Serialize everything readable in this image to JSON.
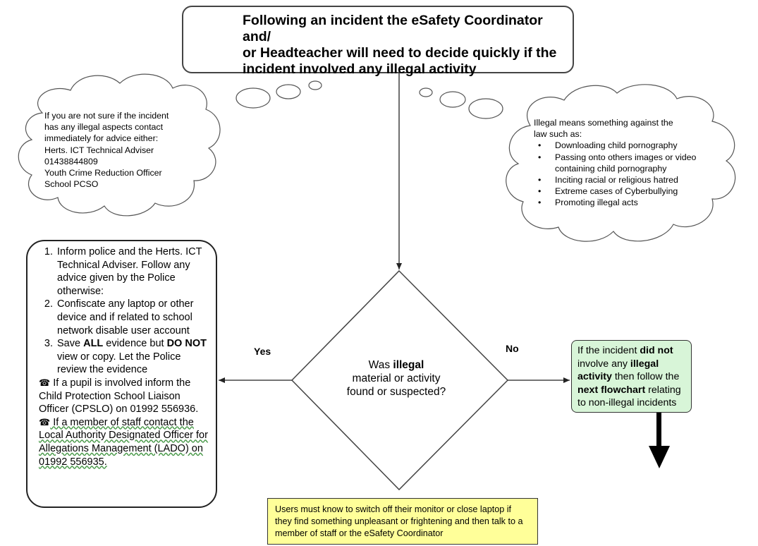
{
  "top_box": {
    "lines": [
      "Following an incident the eSafety Coordinator and/",
      "or Headteacher will need to decide quickly if the",
      "incident involved any illegal activity"
    ]
  },
  "left_cloud": {
    "lines": [
      "If you are not sure if the incident",
      "has any illegal aspects contact",
      "immediately for advice either:",
      "Herts. ICT Technical Adviser",
      "01438844809",
      "Youth Crime Reduction Officer",
      "School PCSO"
    ]
  },
  "right_cloud": {
    "intro_lines": [
      "Illegal means something against the",
      "law such as:"
    ],
    "bullets": [
      "Downloading child pornography",
      "Passing onto others images or video containing child pornography",
      "Inciting racial or religious  hatred",
      "Extreme cases of Cyberbullying",
      "Promoting illegal acts"
    ]
  },
  "left_box": {
    "step1": "Inform police and the Herts. ICT Technical Adviser.  Follow any advice given by the Police otherwise:",
    "step2": "Confiscate any laptop or other device and if related to school network disable user account",
    "step3_a": "Save ",
    "step3_b": "ALL",
    "step3_c": " evidence but ",
    "step3_d": "DO NOT",
    "step3_e": " view or copy. Let the Police review the evidence",
    "phone_icon": "☎",
    "pupil_text": " If a pupil is involved inform the Child Protection School Liaison Officer (CPSLO) on 01992 556936.",
    "staff_text_a": " If a member of staff contact the ",
    "staff_text_b": "Local Authority Designated Officer for Allegations Management (LADO) on 01992 556935."
  },
  "labels": {
    "yes": "Yes",
    "no": "No"
  },
  "diamond": {
    "line1_a": "Was ",
    "line1_b": "illegal",
    "line2": "material or activity found or suspected?"
  },
  "right_box": {
    "t1": "If the incident ",
    "t2": "did not",
    "t3": " involve any ",
    "t4": "illegal activity",
    "t5": " then follow the ",
    "t6": "next flowchart",
    "t7": " relating to non-illegal incidents"
  },
  "note_box": {
    "text": "Users must know to switch off their monitor or close laptop if they find something unpleasant or frightening and then talk to a member of staff or the eSafety Coordinator"
  },
  "colors": {
    "right_box_fill": "#d8f5d8",
    "note_fill": "#ffff99",
    "stroke": "#333333"
  }
}
